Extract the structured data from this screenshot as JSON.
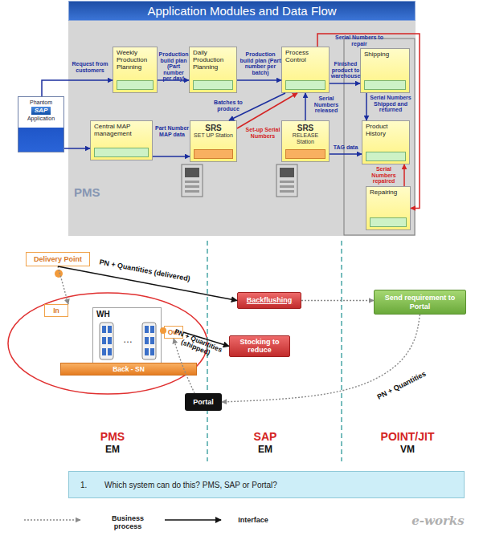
{
  "diagram": {
    "title": "Application Modules and Data Flow",
    "nodes": [
      {
        "text": [
          "Phantom",
          "SAP",
          "Application"
        ]
      },
      {
        "text": [
          "PMS"
        ]
      },
      {
        "text": [
          "Weekly Production Planning"
        ],
        "in": 1
      },
      {
        "text": [
          "Daily Production Planning"
        ],
        "in": 1
      },
      {
        "text": [
          "Process Control"
        ],
        "in": 1
      },
      {
        "text": [
          "Shipping"
        ],
        "in": 1
      },
      {
        "text": [
          "Central MAP management"
        ],
        "in": 1
      },
      {
        "text": [
          "SRS",
          "SET UP Station"
        ],
        "in": 1
      },
      {
        "text": [
          "SRS",
          "RELEASE Station"
        ],
        "in": 1
      },
      {
        "text": [
          "Product History"
        ],
        "in": 1
      },
      {
        "text": [
          "Repairing"
        ],
        "in": 1
      },
      {
        "text": [
          "Delivery Point"
        ]
      },
      {
        "text": [
          "In"
        ]
      },
      {
        "text": [
          "WH"
        ]
      },
      {
        "text": [
          "Out"
        ]
      },
      {
        "text": [
          "Back - SN"
        ]
      },
      {
        "text": [
          "Backflushing"
        ]
      },
      {
        "text": [
          "Stocking to reduce"
        ]
      },
      {
        "text": [
          "Send requirement to Portal"
        ]
      },
      {
        "text": [
          "Portal"
        ]
      },
      {
        "text": [
          "1.",
          "Which system can do this? PMS, SAP or Portal?"
        ]
      }
    ],
    "edges": [
      {
        "from": 0,
        "to": 2,
        "arrow": "to",
        "label": "Request from customers"
      },
      {
        "from": 2,
        "to": 3,
        "arrow": "to",
        "label": "Production build plan (Part number per day)"
      },
      {
        "from": 3,
        "to": 4,
        "arrow": "to",
        "label": "Production build plan (Part number per batch)"
      },
      {
        "from": 4,
        "to": 5,
        "arrow": "to",
        "label": "Finished product to warehouse"
      },
      {
        "from": 4,
        "to": 10,
        "arrow": "to",
        "label": "Serial Numbers to repair"
      },
      {
        "from": 0,
        "to": 6,
        "arrow": "to"
      },
      {
        "from": 6,
        "to": 7,
        "arrow": "to",
        "label": "Part Number MAP data"
      },
      {
        "from": 4,
        "to": 7,
        "arrow": "to",
        "label": "Batches to produce"
      },
      {
        "from": 7,
        "to": 4,
        "arrow": "to",
        "label": "Set-up Serial Numbers"
      },
      {
        "from": 8,
        "to": 4,
        "arrow": "to",
        "label": "Serial Numbers released"
      },
      {
        "from": 8,
        "to": 9,
        "arrow": "to",
        "label": "TAG data"
      },
      {
        "from": 5,
        "to": 9,
        "arrow": "to",
        "label": "Serial Numbers Shipped and returned"
      },
      {
        "from": 10,
        "to": 9,
        "arrow": "to",
        "label": "Serial Numbers repaired"
      },
      {
        "from": 11,
        "to": 12,
        "arrow": "to"
      },
      {
        "from": 11,
        "to": 16,
        "arrow": "to",
        "label": "PN + Quantities (delivered)"
      },
      {
        "from": 14,
        "to": 17,
        "arrow": "to",
        "label": "PN + Quantities (shipped)"
      },
      {
        "from": 16,
        "to": 18,
        "arrow": "to"
      },
      {
        "from": 18,
        "to": 19,
        "arrow": "to",
        "label": "PN + Quantities"
      },
      {
        "from": 19,
        "to": 14,
        "arrow": "to"
      }
    ],
    "labels": [
      "PMS",
      "EM",
      "SAP",
      "EM",
      "POINT/JIT",
      "VM",
      "…",
      "e-works"
    ],
    "legend": [
      {
        "text": "Business process"
      },
      {
        "text": "Interface"
      }
    ]
  }
}
